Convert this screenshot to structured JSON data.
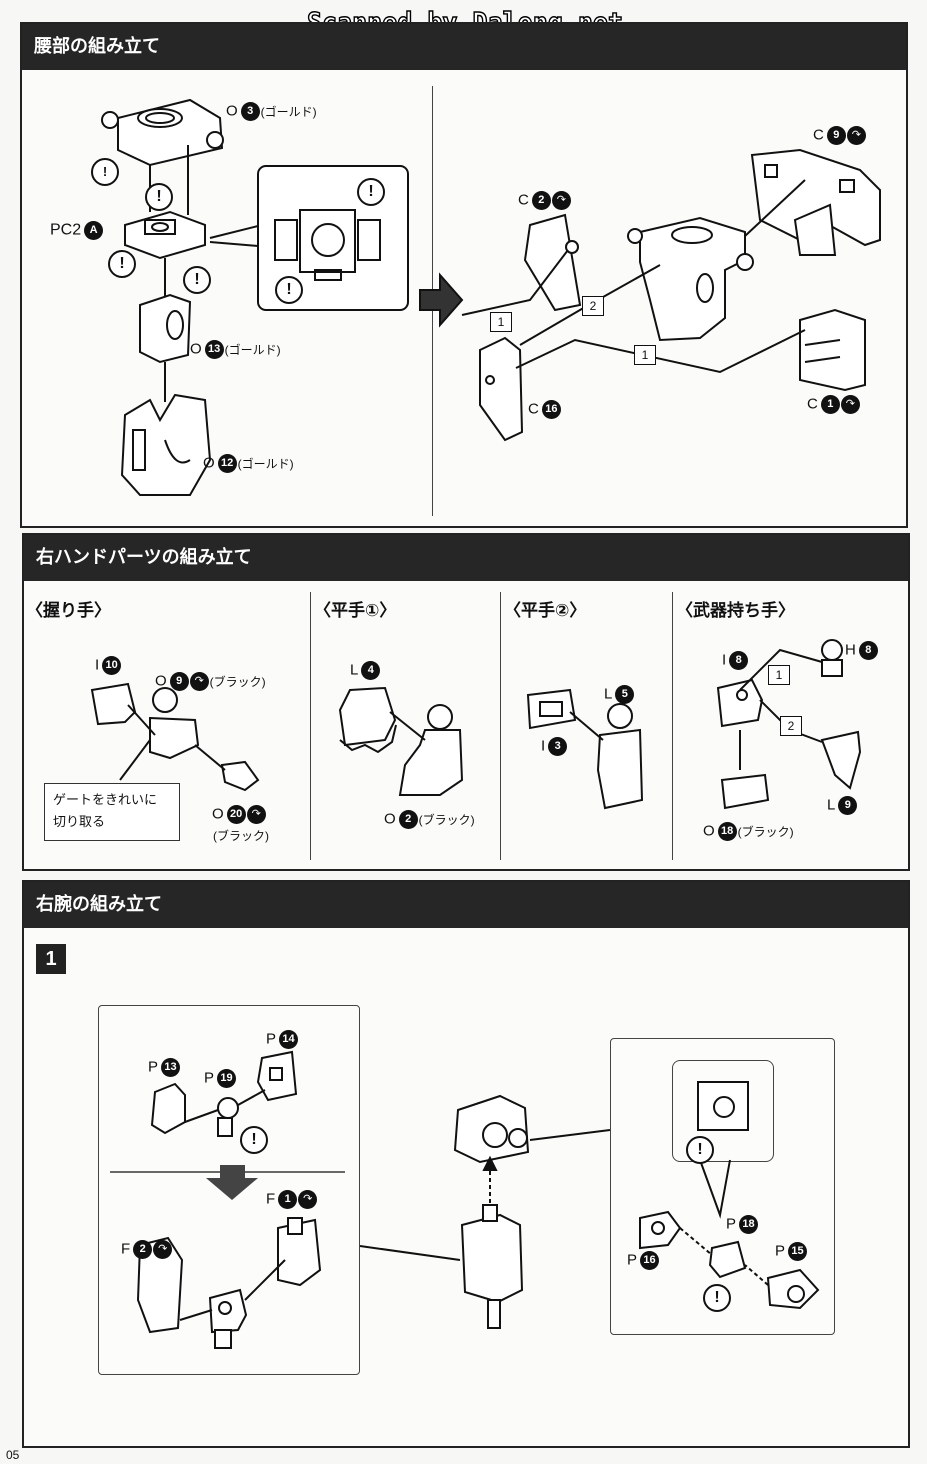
{
  "watermark": "Scanned by Dalong.net",
  "page_number": "05",
  "sections": {
    "waist": {
      "title": "腰部の組み立て",
      "left": {
        "o3": {
          "letter": "O",
          "num": "3",
          "color": "(ゴールド)"
        },
        "pc2": {
          "letter": "PC2",
          "num": "A"
        },
        "o13": {
          "letter": "O",
          "num": "13",
          "color": "(ゴールド)"
        },
        "o12": {
          "letter": "O",
          "num": "12",
          "color": "(ゴールド)"
        }
      },
      "right": {
        "c9": {
          "letter": "C",
          "num": "9"
        },
        "c2": {
          "letter": "C",
          "num": "2"
        },
        "c16": {
          "letter": "C",
          "num": "16"
        },
        "c1": {
          "letter": "C",
          "num": "1"
        },
        "step1a": "1",
        "step2": "2",
        "step1b": "1"
      }
    },
    "right_hand": {
      "title": "右ハンドパーツの組み立て",
      "grip": {
        "title": "〈握り手〉",
        "i10": {
          "letter": "I",
          "num": "10"
        },
        "o9": {
          "letter": "O",
          "num": "9",
          "color": "(ブラック)"
        },
        "o20": {
          "letter": "O",
          "num": "20",
          "color": "(ブラック)"
        },
        "note_line1": "ゲートをきれいに",
        "note_line2": "切り取る"
      },
      "flat1": {
        "title": "〈平手①〉",
        "l4": {
          "letter": "L",
          "num": "4"
        },
        "o2": {
          "letter": "O",
          "num": "2",
          "color": "(ブラック)"
        }
      },
      "flat2": {
        "title": "〈平手②〉",
        "l5": {
          "letter": "L",
          "num": "5"
        },
        "i3": {
          "letter": "I",
          "num": "3"
        }
      },
      "weapon": {
        "title": "〈武器持ち手〉",
        "i8": {
          "letter": "I",
          "num": "8"
        },
        "h8": {
          "letter": "H",
          "num": "8"
        },
        "l9": {
          "letter": "L",
          "num": "9"
        },
        "o18": {
          "letter": "O",
          "num": "18",
          "color": "(ブラック)"
        },
        "step1": "1",
        "step2": "2"
      }
    },
    "right_arm": {
      "title": "右腕の組み立て",
      "step": "1",
      "left_inset": {
        "p13": {
          "letter": "P",
          "num": "13"
        },
        "p19": {
          "letter": "P",
          "num": "19"
        },
        "p14": {
          "letter": "P",
          "num": "14"
        },
        "f1": {
          "letter": "F",
          "num": "1"
        },
        "f2": {
          "letter": "F",
          "num": "2"
        }
      },
      "right_inset": {
        "p18": {
          "letter": "P",
          "num": "18"
        },
        "p16": {
          "letter": "P",
          "num": "16"
        },
        "p15": {
          "letter": "P",
          "num": "15"
        }
      }
    }
  }
}
